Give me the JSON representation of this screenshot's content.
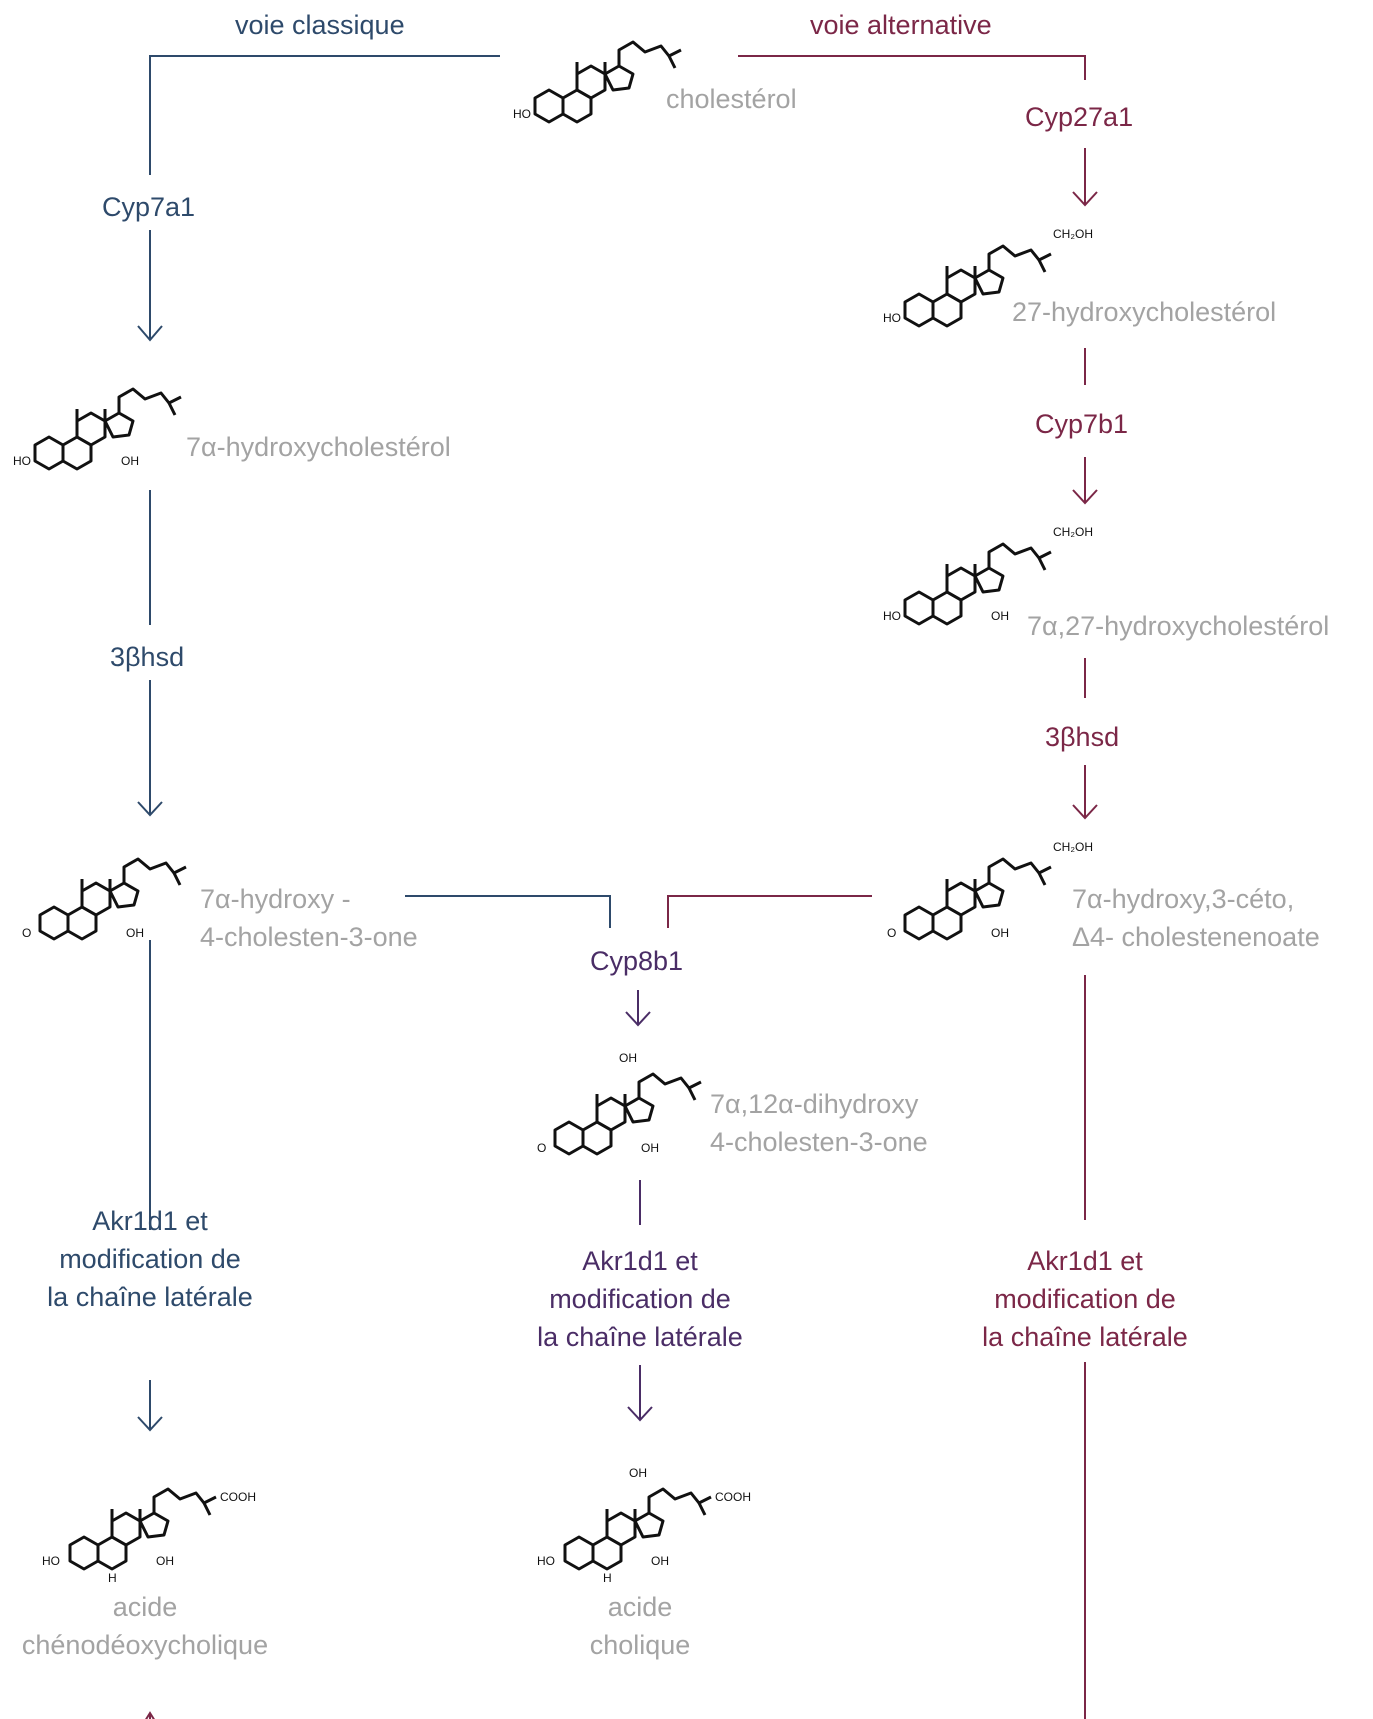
{
  "pathways": {
    "classic": "voie classique",
    "alternative": "voie alternative"
  },
  "enzymes": {
    "cyp27a1": "Cyp27a1",
    "cyp7a1": "Cyp7a1",
    "cyp7b1": "Cyp7b1",
    "hsd_left": "3βhsd",
    "hsd_right": "3βhsd",
    "cyp8b1": "Cyp8b1",
    "akr_left": [
      "Akr1d1 et",
      "modification de",
      "la chaîne latérale"
    ],
    "akr_mid": [
      "Akr1d1 et",
      "modification de",
      "la chaîne latérale"
    ],
    "akr_right": [
      "Akr1d1 et",
      "modification de",
      "la chaîne latérale"
    ]
  },
  "compounds": {
    "cholesterol": "cholestérol",
    "hydroxy27": "27-hydroxycholestérol",
    "hydroxy7a": "7α-hydroxycholestérol",
    "dihydroxy7a27": "7α,27-hydroxycholestérol",
    "cholestenone_left": [
      "7α-hydroxy -",
      "4-cholesten-3-one"
    ],
    "cholestenoate_right": [
      "7α-hydroxy,3-céto,",
      "Δ4- cholestenenoate"
    ],
    "dihydroxy_mid": [
      "7α,12α-dihydroxy",
      "4-cholesten-3-one"
    ],
    "cdca": [
      "acide",
      "chénodéoxycholique"
    ],
    "ca": [
      "acide",
      "cholique"
    ]
  },
  "structure_labels": {
    "ho": "HO",
    "oh": "OH",
    "h": "H",
    "o": "O",
    "ch2oh": "CH₂OH",
    "cooh": "COOH"
  },
  "colors": {
    "classic": "#2e4a6b",
    "alternative": "#7b2747",
    "shared": "#4a2d66",
    "compound_text": "#a3a3a3",
    "structure": "#111111"
  }
}
